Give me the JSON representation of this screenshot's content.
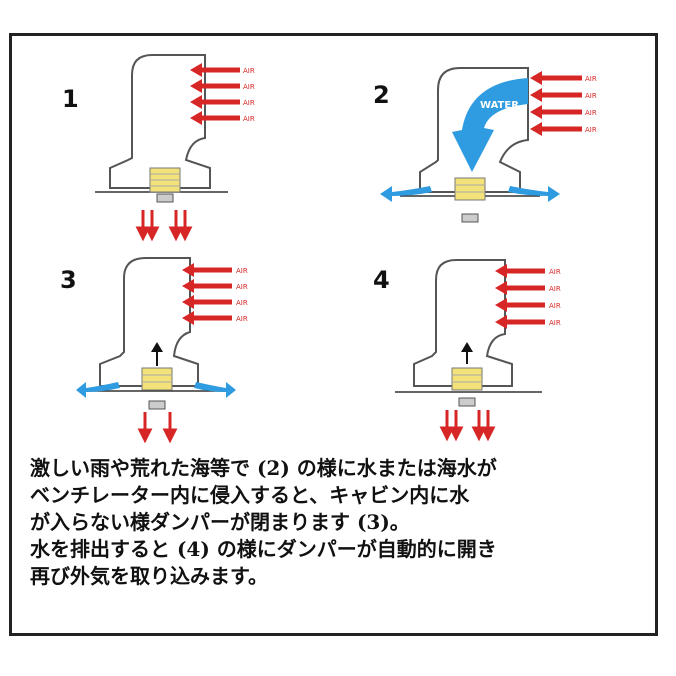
{
  "panels": [
    {
      "number": "1",
      "air_labels": [
        "AIR",
        "AIR",
        "AIR",
        "AIR"
      ]
    },
    {
      "number": "2",
      "air_labels": [
        "AIR",
        "AIR",
        "AIR",
        "AIR"
      ],
      "water_label": "WATER"
    },
    {
      "number": "3",
      "air_labels": [
        "AIR",
        "AIR",
        "AIR",
        "AIR"
      ]
    },
    {
      "number": "4",
      "air_labels": [
        "AIR",
        "AIR",
        "AIR",
        "AIR"
      ]
    }
  ],
  "caption": {
    "line1": "激しい雨や荒れた海等で (2) の様に水または海水が",
    "line2": "ベンチレーター内に侵入すると、キャビン内に水",
    "line3": "が入らない様ダンパーが閉まります (3)。",
    "line4": "水を排出すると (4) の様にダンパーが自動的に開き",
    "line5": "再び外気を取り込みます。"
  },
  "colors": {
    "air": "#d72626",
    "water": "#2f9be0",
    "damper": "#f3e27a",
    "outline": "#555555"
  },
  "icons": [
    "air-arrow-icon",
    "water-arrow-icon",
    "up-arrow-icon",
    "down-arrow-icon"
  ]
}
